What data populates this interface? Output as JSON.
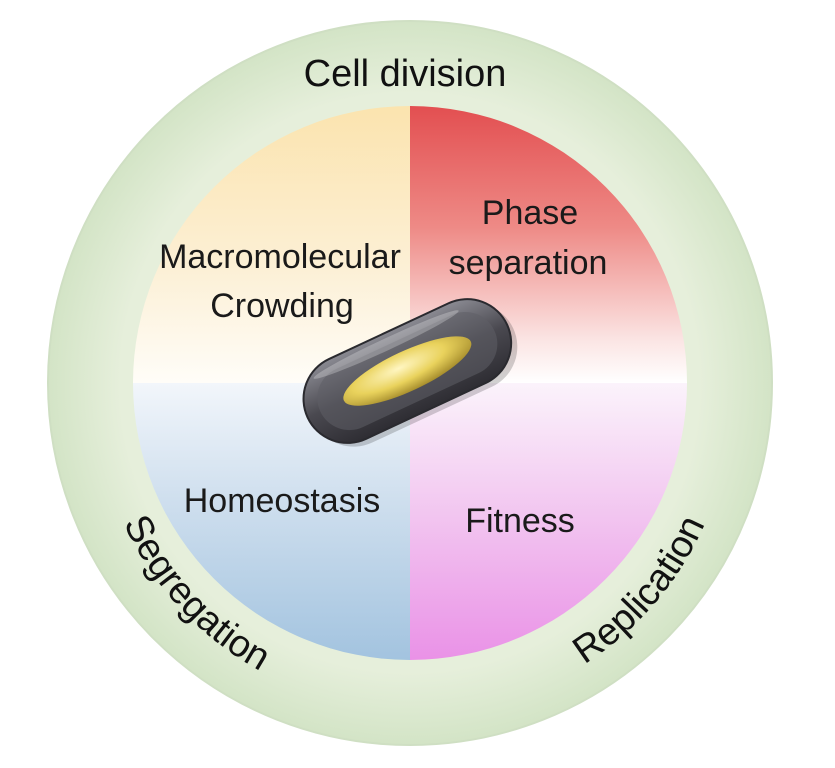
{
  "ring": {
    "top_label": "Cell division",
    "left_label": "Segregation",
    "right_label": "Replication"
  },
  "quadrants": {
    "top_left": {
      "line1": "Macromolecular",
      "line2": "Crowding"
    },
    "top_right": {
      "line1": "Phase",
      "line2": "separation"
    },
    "bottom_left": {
      "line1": "Homeostasis"
    },
    "bottom_right": {
      "line1": "Fitness"
    }
  },
  "colors": {
    "ring": "#d9e8cf",
    "top_left": "#fbe8b8",
    "top_right": "#e55a5a",
    "bottom_left": "#a8c6e0",
    "bottom_right": "#ea9ae6",
    "cell_body": "#55545c",
    "nucleoid": "#e8d46a"
  }
}
